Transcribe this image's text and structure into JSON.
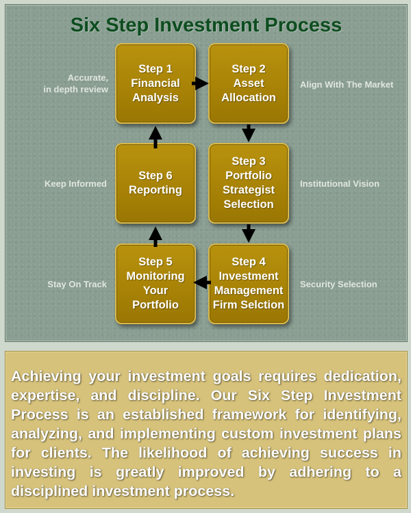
{
  "title": "Six Step Investment Process",
  "steps": [
    {
      "label": "Step 1\nFinancial\nAnalysis"
    },
    {
      "label": "Step 2\nAsset\nAllocation"
    },
    {
      "label": "Step 3\nPortfolio\nStrategist\nSelection"
    },
    {
      "label": "Step 4\nInvestment\nManagement\nFirm Selction"
    },
    {
      "label": "Step 5\nMonitoring\nYour\nPortfolio"
    },
    {
      "label": "Step 6\nReporting"
    }
  ],
  "side_labels": {
    "left": [
      "Accurate,\nin depth review",
      "Keep Informed",
      "Stay On Track"
    ],
    "right": [
      "Align With The Market",
      "Institutional Vision",
      "Security Selection"
    ]
  },
  "description": "Achieving your investment goals requires dedication, expertise, and discipline. Our Six Step Investment Process is an established framework for identifying, analyzing, and implementing custom investment plans for  clients. The likelihood of achieving success in investing is greatly improved by adhering to a disciplined investment process.",
  "colors": {
    "title": "#0d4d1f",
    "step_fill": "#a88306",
    "step_border": "#d9b94a",
    "panel_top": "#8a9e92",
    "panel_bottom": "#d6c27a"
  }
}
